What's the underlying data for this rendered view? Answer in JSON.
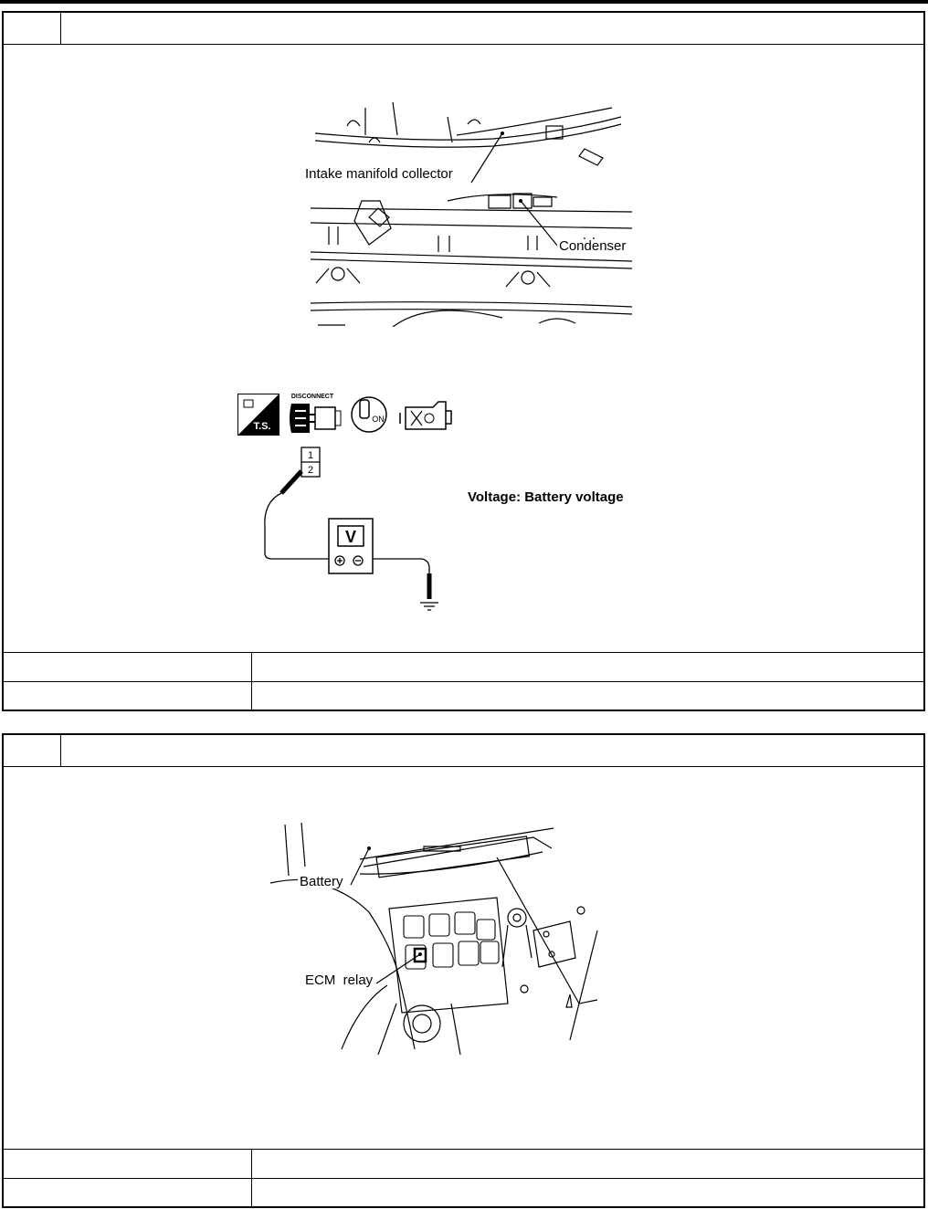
{
  "step1": {
    "figure": {
      "callouts": {
        "intake_manifold_collector": "Intake manifold collector",
        "condenser": "Condenser"
      }
    },
    "check_figure": {
      "icons": {
        "ts": "T.S.",
        "disconnect": "DISCONNECT",
        "ignition": "ON"
      },
      "terminals": [
        "1",
        "2"
      ],
      "meter_symbol": "V",
      "spec": "Voltage: Battery voltage"
    }
  },
  "step2": {
    "figure": {
      "callouts": {
        "battery": "Battery",
        "ecm_relay": "ECM  relay"
      }
    }
  }
}
